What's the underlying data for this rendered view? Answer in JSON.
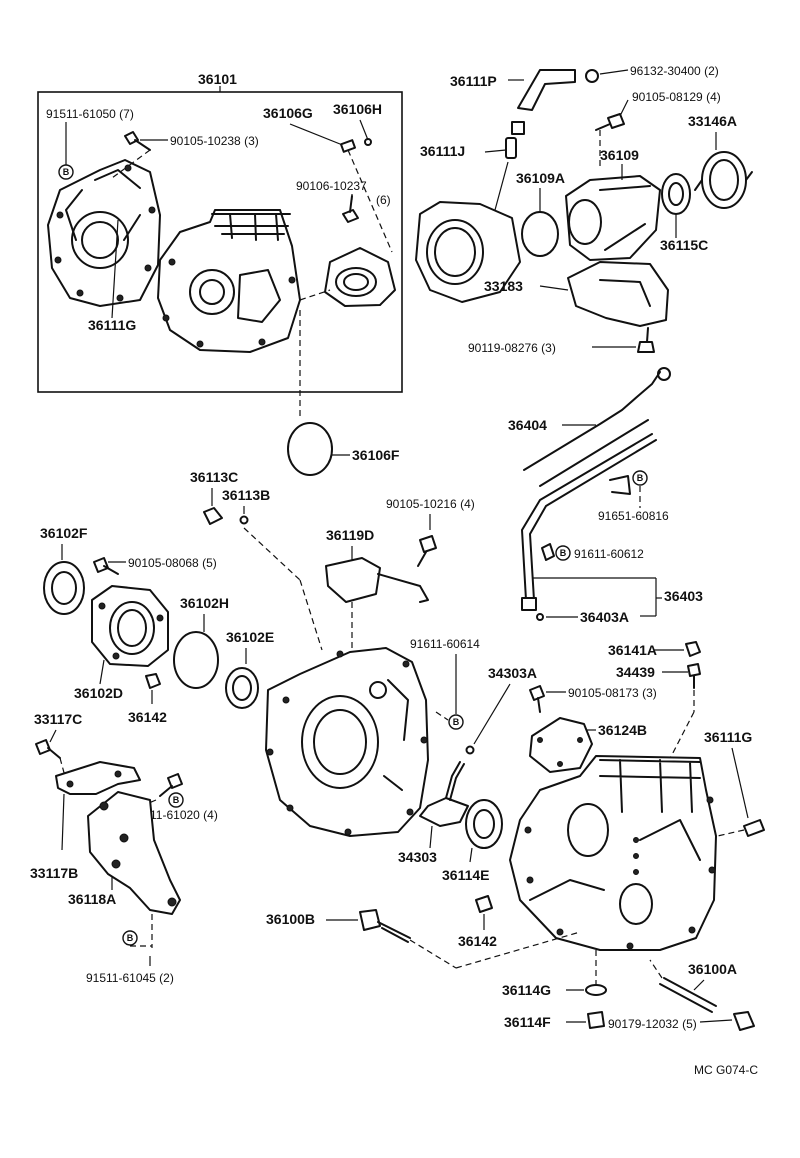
{
  "labels": {
    "p36101": "36101",
    "p91511_61050": "91511-61050 (7)",
    "p90105_10238": "90105-10238 (3)",
    "p36106G": "36106G",
    "p36106H": "36106H",
    "p90106_10237": "90106-10237",
    "p90106_10237_qty": "(6)",
    "p36111G_top": "36111G",
    "p36106F": "36106F",
    "p36111P": "36111P",
    "p96132_30400": "96132-30400 (2)",
    "p90105_08129": "90105-08129 (4)",
    "p36111J": "36111J",
    "p36109": "36109",
    "p33146A": "33146A",
    "p36109A": "36109A",
    "p36115C": "36115C",
    "p33183": "33183",
    "p90119_08276": "90119-08276 (3)",
    "p36404": "36404",
    "p91651_60816": "91651-60816",
    "p91611_60612": "91611-60612",
    "p36403": "36403",
    "p36403A": "36403A",
    "p36113C": "36113C",
    "p36113B": "36113B",
    "p90105_10216": "90105-10216 (4)",
    "p36119D": "36119D",
    "p36102F": "36102F",
    "p90105_08068": "90105-08068 (5)",
    "p36102H": "36102H",
    "p36102E": "36102E",
    "p36102D": "36102D",
    "p36142_left": "36142",
    "p91611_60614": "91611-60614",
    "p34303A": "34303A",
    "p90105_08173": "90105-08173 (3)",
    "p36141A": "36141A",
    "p34439": "34439",
    "p36124B": "36124B",
    "p36111G_right": "36111G",
    "p33117C": "33117C",
    "p91511_61020": "91511-61020 (4)",
    "p33117B": "33117B",
    "p36118A": "36118A",
    "p91511_61045": "91511-61045 (2)",
    "p34303": "34303",
    "p36114E": "36114E",
    "p36100B": "36100B",
    "p36142_bottom": "36142",
    "p36100A": "36100A",
    "p36114G": "36114G",
    "p36114F": "36114F",
    "p90179_12032": "90179-12032 (5)",
    "figure_code": "MC G074-C"
  },
  "marker_letter": "B"
}
